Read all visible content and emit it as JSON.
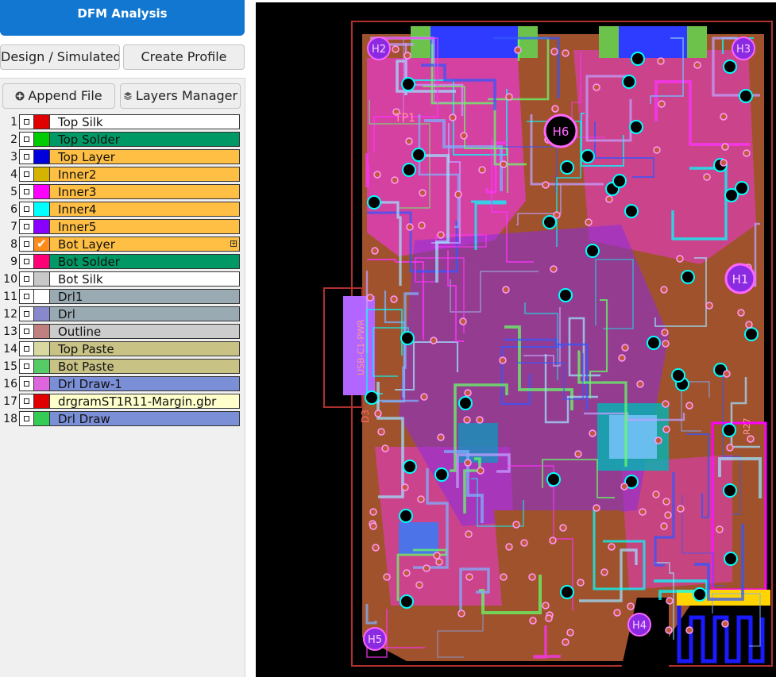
{
  "app": {
    "title": "DFM Analysis"
  },
  "toolbar": {
    "design_label": "Design / Simulated",
    "profile_label": "Create Profile"
  },
  "layer_panel": {
    "append_label": "Append File",
    "layers_manager_label": "Layers Manager"
  },
  "layers": [
    {
      "num": "1",
      "name": "Top Silk",
      "swatch": "#e00000",
      "bg": "#ffffff",
      "checked": false
    },
    {
      "num": "2",
      "name": "Top Solder",
      "swatch": "#00cc00",
      "bg": "#009966",
      "checked": false
    },
    {
      "num": "3",
      "name": "Top Layer",
      "swatch": "#0000dd",
      "bg": "#ffbf44",
      "checked": false
    },
    {
      "num": "4",
      "name": "Inner2",
      "swatch": "#d4b400",
      "bg": "#ffbf44",
      "checked": false
    },
    {
      "num": "5",
      "name": "Inner3",
      "swatch": "#ff00ff",
      "bg": "#ffbf44",
      "checked": false
    },
    {
      "num": "6",
      "name": "Inner4",
      "swatch": "#00ffff",
      "bg": "#ffbf44",
      "checked": false
    },
    {
      "num": "7",
      "name": "Inner5",
      "swatch": "#8a00ff",
      "bg": "#ffbf44",
      "checked": false
    },
    {
      "num": "8",
      "name": "Bot Layer",
      "swatch": "#ff8c1a",
      "bg": "#ffbf44",
      "checked": true
    },
    {
      "num": "9",
      "name": "Bot Solder",
      "swatch": "#ff0077",
      "bg": "#009966",
      "checked": false
    },
    {
      "num": "10",
      "name": "Bot Silk",
      "swatch": "#c8c8c8",
      "bg": "#ffffff",
      "checked": false
    },
    {
      "num": "11",
      "name": "Drl1",
      "swatch": "#ffffff",
      "bg": "#99aab2",
      "checked": false
    },
    {
      "num": "12",
      "name": "Drl",
      "swatch": "#8888cc",
      "bg": "#99aab2",
      "checked": false
    },
    {
      "num": "13",
      "name": "Outline",
      "swatch": "#c08080",
      "bg": "#cccccc",
      "checked": false
    },
    {
      "num": "14",
      "name": "Top Paste",
      "swatch": "#d8d8a0",
      "bg": "#c8c285",
      "checked": false
    },
    {
      "num": "15",
      "name": "Bot Paste",
      "swatch": "#55cc66",
      "bg": "#c8c285",
      "checked": false
    },
    {
      "num": "16",
      "name": "Drl Draw-1",
      "swatch": "#dd66dd",
      "bg": "#7a8fd6",
      "checked": false
    },
    {
      "num": "17",
      "name": "drgramST1R11-Margin.gbr",
      "swatch": "#e00000",
      "bg": "#ffffcc",
      "checked": false
    },
    {
      "num": "18",
      "name": "Drl Draw",
      "swatch": "#33cc55",
      "bg": "#7a8fd6",
      "checked": false
    }
  ],
  "board": {
    "labels": {
      "h2": "H2",
      "h3": "H3",
      "h6": "H6",
      "h1": "H1",
      "h5": "H5",
      "h4": "H4",
      "tp1": "TP1",
      "d3": "D3",
      "usb": "USB-C1-PWR",
      "r27": "R27"
    },
    "colors": {
      "background": "#000000",
      "copper": "#a0522d",
      "inner3": "#ff00ff",
      "inner5": "#8a2be2",
      "inner4": "#00ffff",
      "top_layer": "#0000dd",
      "silk": "#cc0000"
    }
  }
}
